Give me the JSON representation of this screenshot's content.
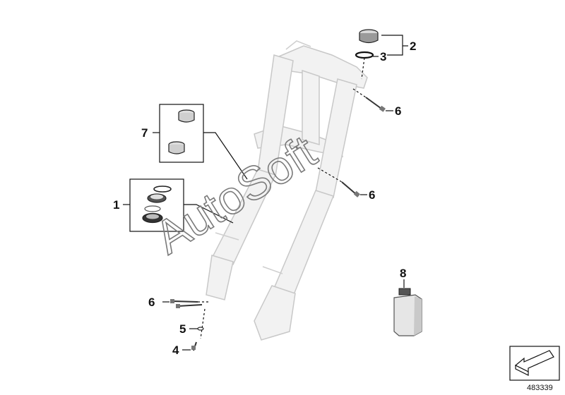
{
  "diagram": {
    "callouts": {
      "c1": "1",
      "c2": "2",
      "c3": "3",
      "c4": "4",
      "c5": "5",
      "c6a": "6",
      "c6b": "6",
      "c6c": "6",
      "c7": "7",
      "c8": "8"
    },
    "watermark": "AutoSoft",
    "doc_number": "483339",
    "colors": {
      "ink": "#111111",
      "ghost_fill": "#f2f2f2",
      "ghost_stroke": "#c8c8c8",
      "watermark": "#7a7a7a"
    }
  }
}
